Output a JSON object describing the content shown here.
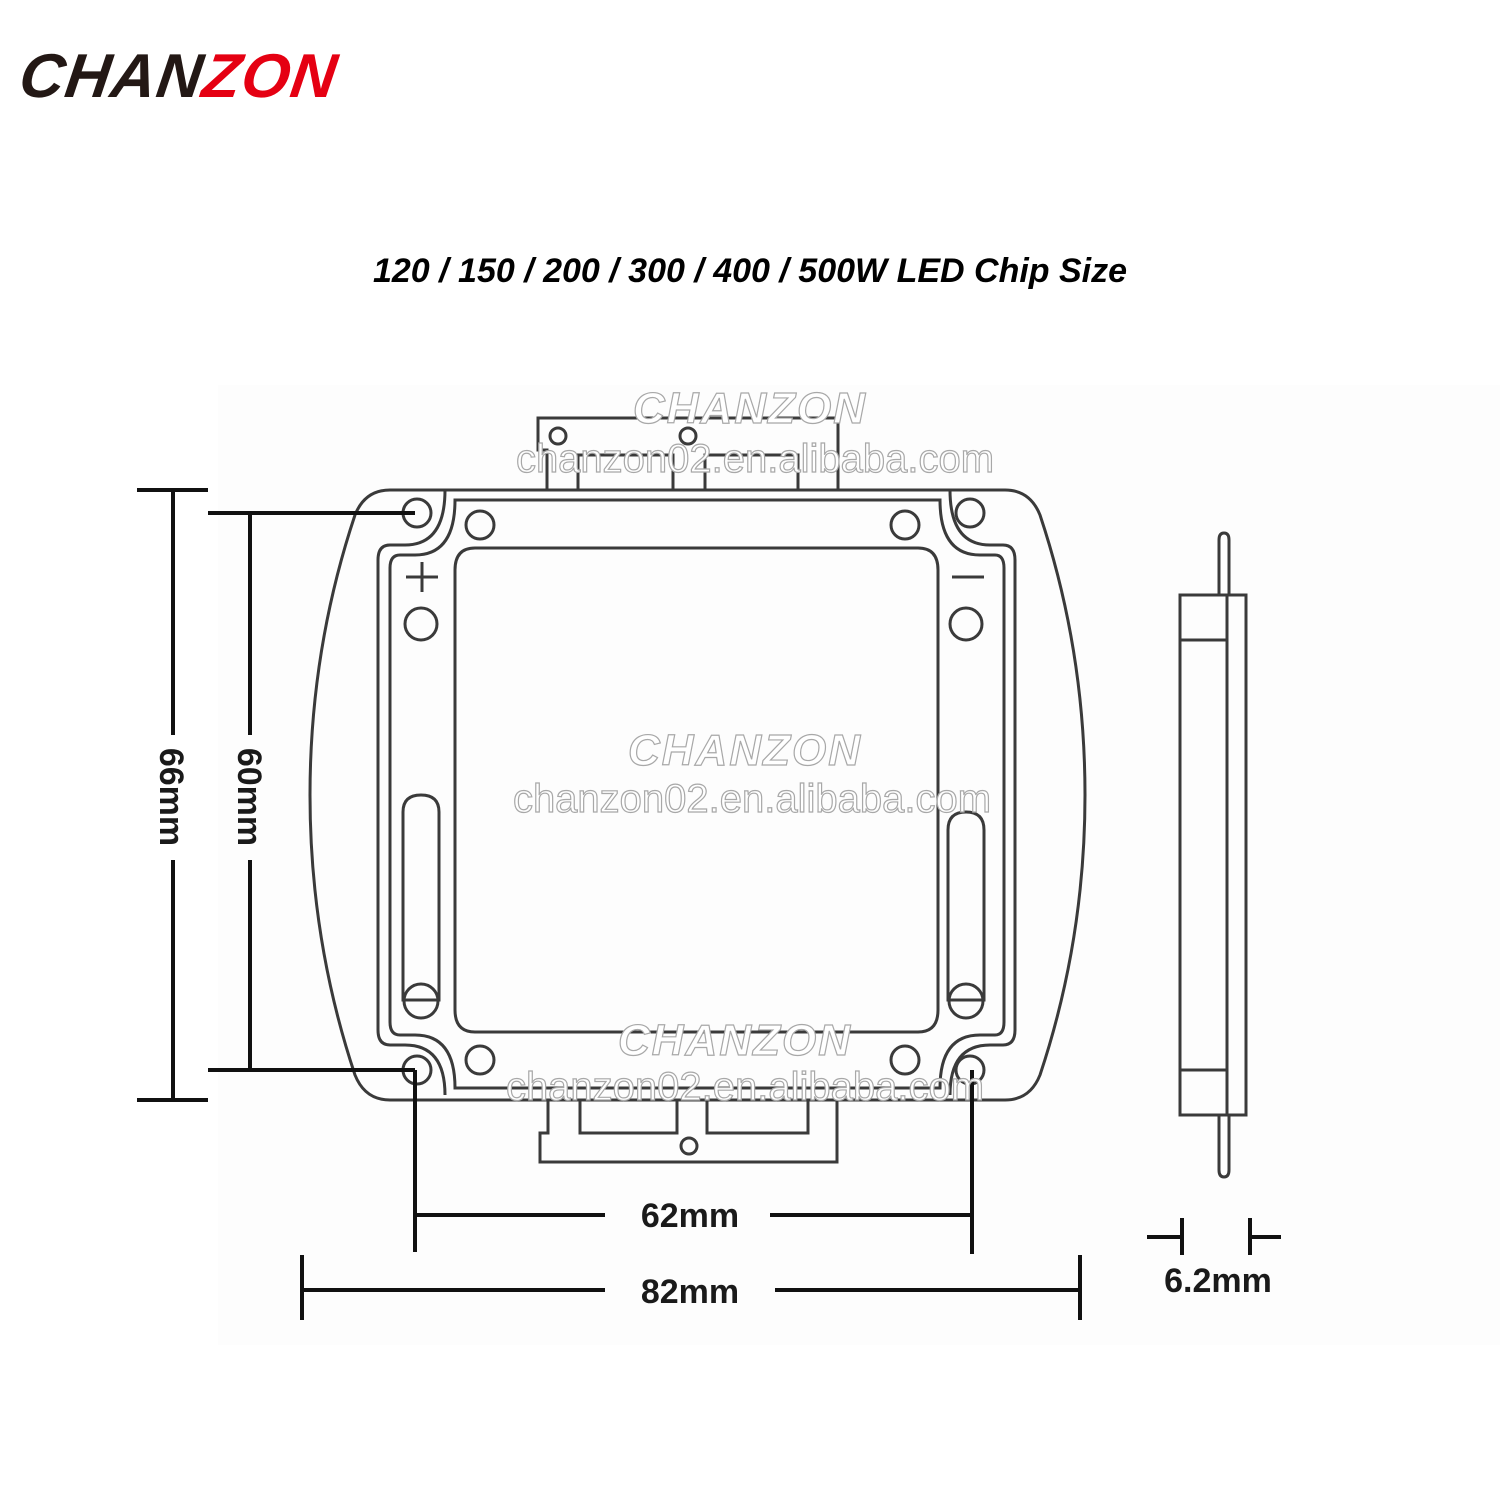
{
  "brand": {
    "logo_part1": "CHAN",
    "logo_part2": "ZON",
    "logo_dark_color": "#231815",
    "logo_red_color": "#e50012"
  },
  "title": "120 / 150 / 200 / 300 / 400 / 500W LED Chip Size",
  "diagram": {
    "front_view": {
      "polarity_plus": "+",
      "polarity_minus": "−"
    },
    "dimensions": {
      "overall_height": "66mm",
      "hole_pitch_vertical": "60mm",
      "hole_pitch_horizontal": "62mm",
      "overall_width": "82mm",
      "thickness": "6.2mm"
    },
    "watermarks": {
      "brand": "CHANZON",
      "url": "chanzon02.en.alibaba.com"
    },
    "line_color": "#3a3a3a",
    "dimension_line_color": "#111111"
  }
}
